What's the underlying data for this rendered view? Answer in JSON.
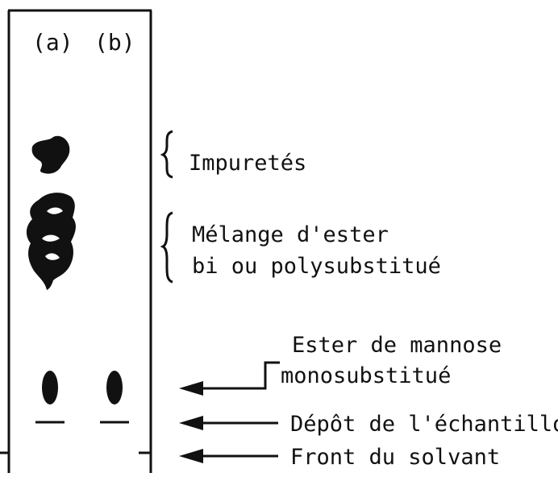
{
  "plate": {
    "lanes": [
      {
        "id": "a",
        "label": "(a)"
      },
      {
        "id": "b",
        "label": "(b)"
      }
    ]
  },
  "annotations": {
    "impurities": "Impuretés",
    "mixture_line1": "Mélange d'ester",
    "mixture_line2": "bi ou polysubstitué",
    "mono_line1": "Ester de mannose",
    "mono_line2": "monosubstitué",
    "deposit": "Dépôt de l'échantillon",
    "solvent_front": "Front du solvant"
  },
  "colors": {
    "ink": "#111111",
    "background": "#ffffff"
  }
}
